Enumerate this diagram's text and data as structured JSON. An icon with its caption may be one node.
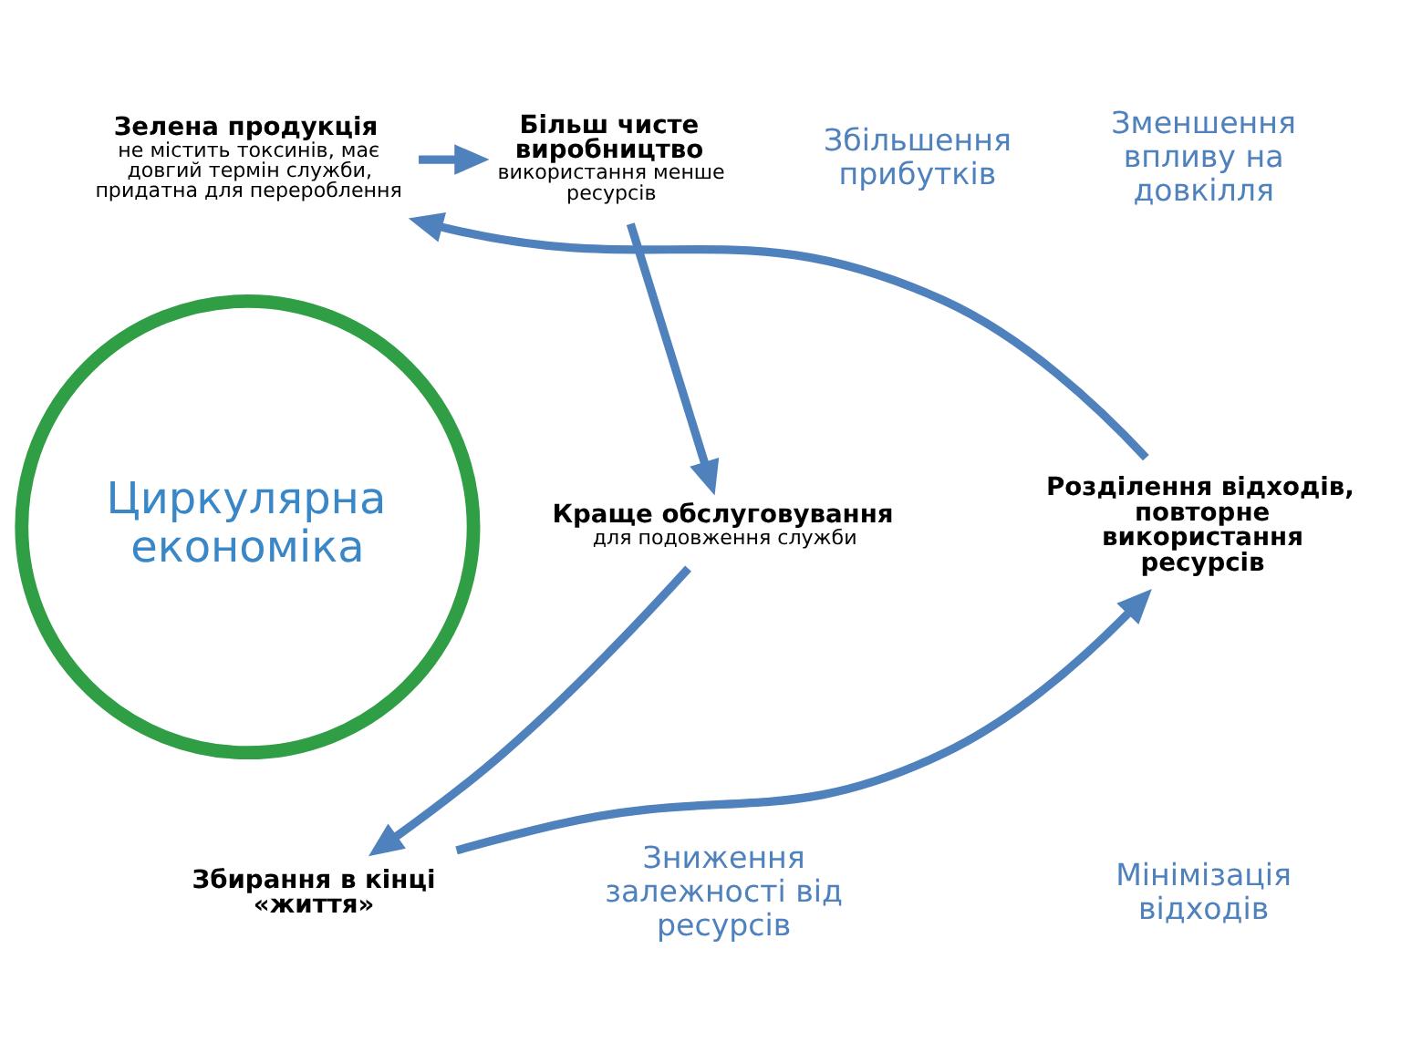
{
  "diagram": {
    "nodes": [
      {
        "text": [
          "Циркулярна економіка"
        ]
      },
      {
        "text": [
          "Зелена продукція",
          "не містить токсинів, має довгий термін служби, придатна для перероблення"
        ]
      },
      {
        "text": [
          "Більш чисте виробництво",
          "використання менше ресурсів"
        ]
      },
      {
        "text": [
          "Краще обслуговування",
          "для подовження служби"
        ]
      },
      {
        "text": [
          "Збирання в кінці «життя»"
        ]
      },
      {
        "text": [
          "Розділення відходів, повторне використання ресурсів"
        ]
      }
    ],
    "edges": [
      {
        "from": 1,
        "to": 2,
        "arrow": "to"
      },
      {
        "from": 2,
        "to": 3,
        "arrow": "to"
      },
      {
        "from": 3,
        "to": 4,
        "arrow": "to"
      },
      {
        "from": 4,
        "to": 5,
        "arrow": "to"
      },
      {
        "from": 5,
        "to": 1,
        "arrow": "to"
      }
    ],
    "labels": [
      "Зменшення впливу на довкілля",
      "Збільшення прибутків",
      "Зниження залежності від ресурсів",
      "Мінімізація відходів"
    ]
  }
}
